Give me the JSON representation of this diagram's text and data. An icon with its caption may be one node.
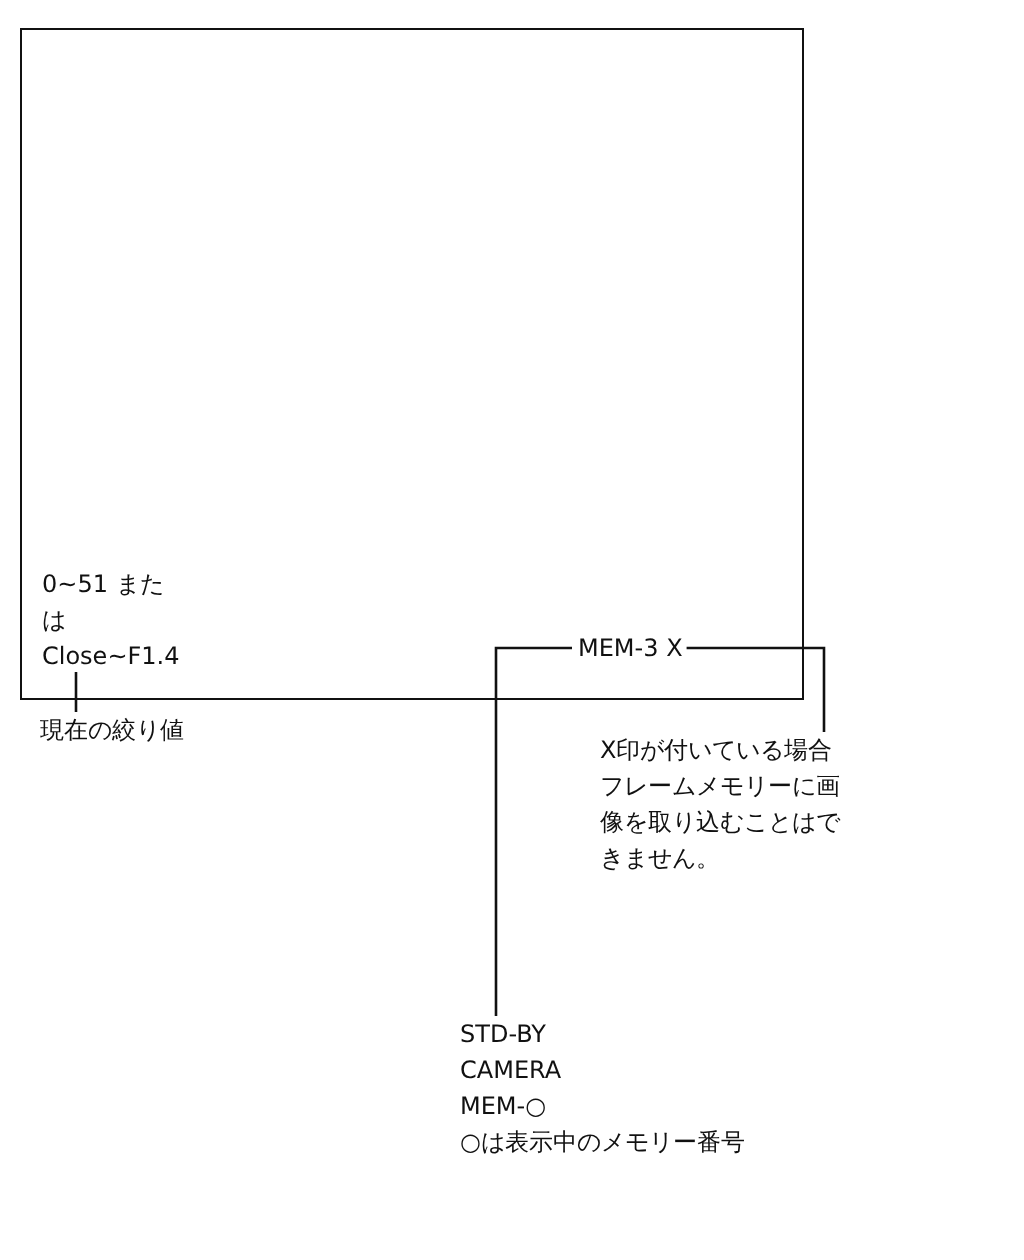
{
  "diagram": {
    "nodes": [
      {
        "text": [],
        "shape": "box"
      },
      {
        "text": [
          "0~51 または Close~F1.4"
        ],
        "in": 0
      },
      {
        "text": [
          "MEM-3 X"
        ],
        "in": 0
      },
      {
        "text": [
          "現在の絞り値"
        ]
      },
      {
        "text": [
          "X印が付いている場合フレームメモリーに画像を取り込むことはできません。"
        ]
      },
      {
        "text": [
          "STD-BY CAMERA MEM-○",
          "○は表示中のメモリー番号"
        ]
      }
    ],
    "edges": [
      {
        "from": 3,
        "to": 1,
        "arrow": "none"
      },
      {
        "from": 4,
        "to": 2,
        "arrow": "none"
      },
      {
        "from": 5,
        "to": 2,
        "arrow": "none"
      }
    ]
  }
}
